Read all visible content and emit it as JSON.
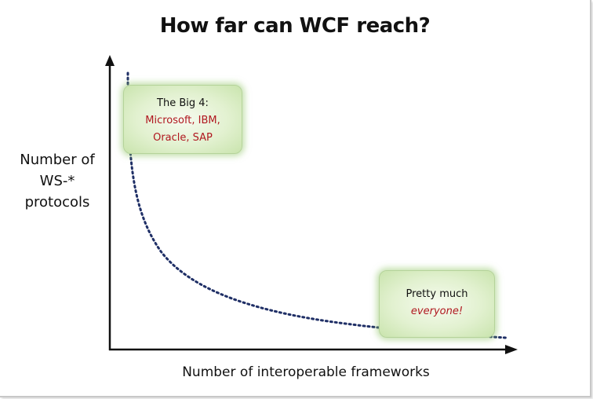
{
  "slide": {
    "title": "How far can WCF reach?",
    "y_axis_label_lines": [
      "Number of",
      "WS-*",
      "protocols"
    ],
    "x_axis_label": "Number of interoperable frameworks"
  },
  "callouts": {
    "big4": {
      "heading": "The Big 4:",
      "line1": "Microsoft, IBM,",
      "line2": "Oracle, SAP"
    },
    "everyone": {
      "line1": "Pretty much",
      "line2": "everyone!"
    }
  },
  "colors": {
    "curve": "#1f2f66",
    "axis": "#111111",
    "highlight_text": "#b0171f",
    "callout_glow": "#c9e4ad"
  }
}
